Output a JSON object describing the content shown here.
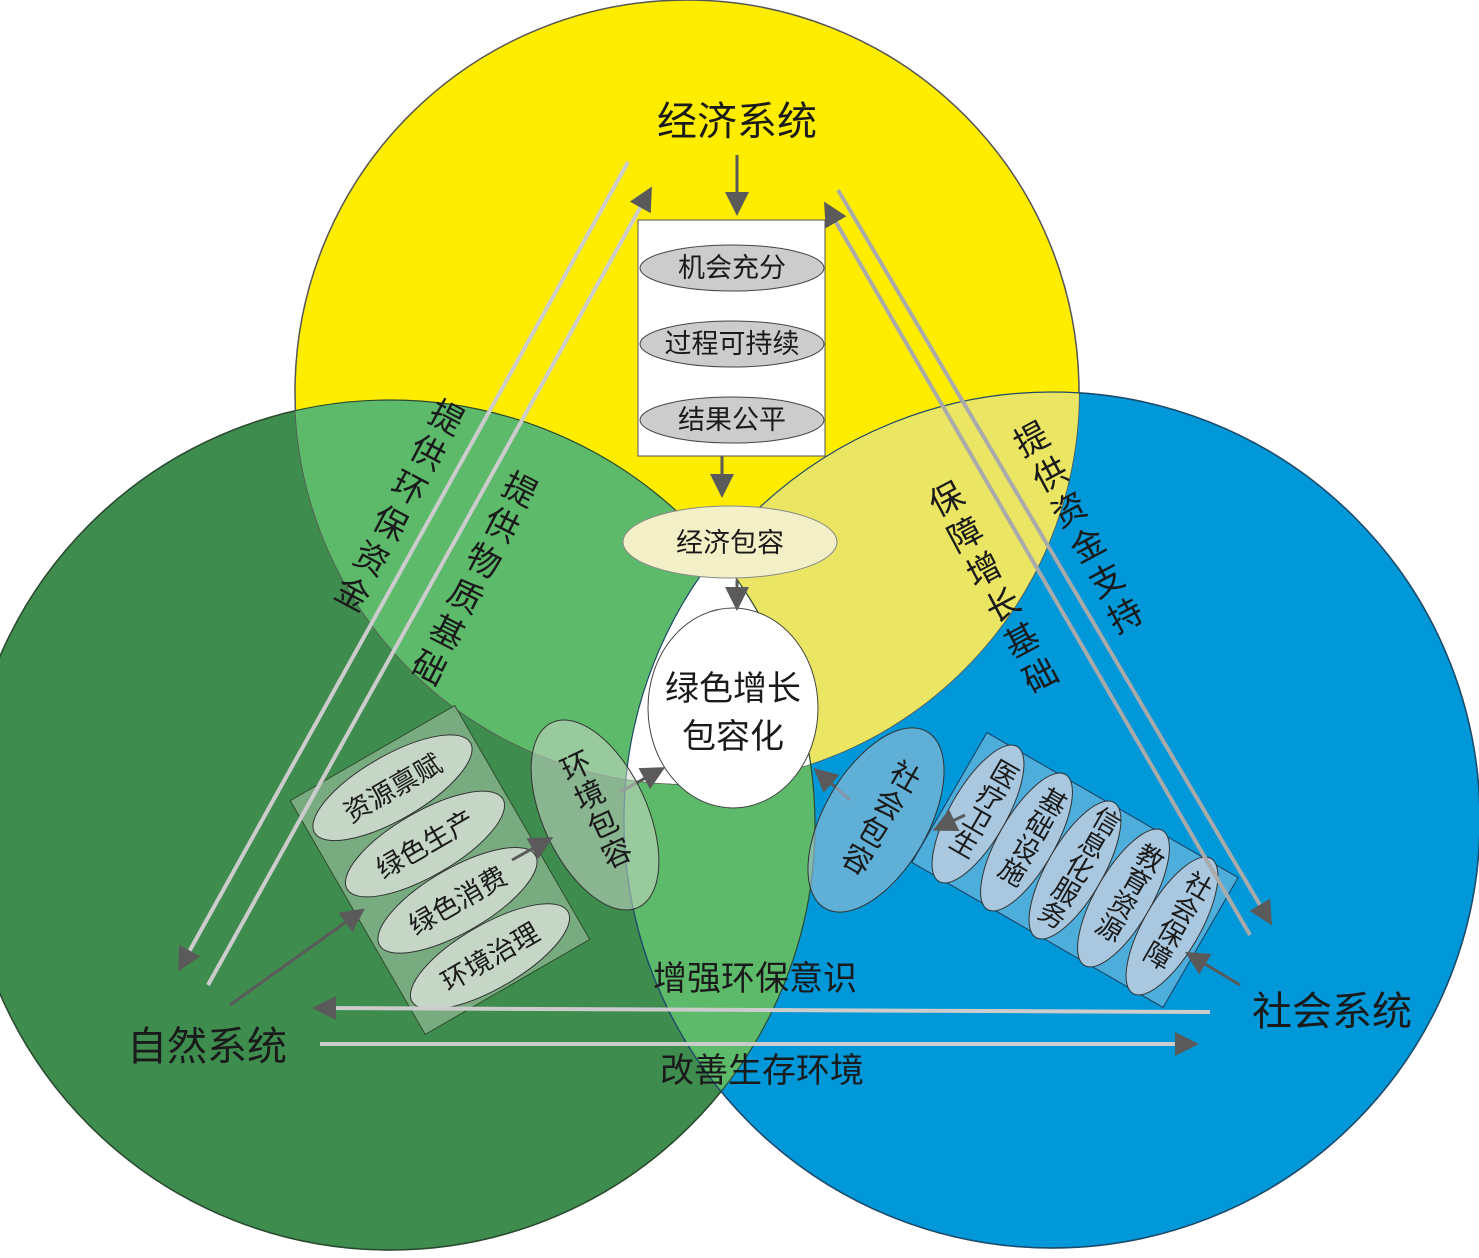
{
  "colors": {
    "economy": "#FFED00",
    "nature": "#3F8D4E",
    "society": "#0098D8",
    "overlap_green": "#5DBA6A",
    "overlap_yellow": "#EAE563",
    "arrow": "#5a5a5a"
  },
  "systems": {
    "economy": "经济系统",
    "nature": "自然系统",
    "society": "社会系统"
  },
  "economy_box": [
    "机会充分",
    "过程可持续",
    "结果公平"
  ],
  "economy_inclusion": "经济包容",
  "center": {
    "line1": "绿色增长",
    "line2": "包容化"
  },
  "env_inclusion": "环境包容",
  "social_inclusion": "社会包容",
  "nature_box": [
    "资源禀赋",
    "绿色生产",
    "绿色消费",
    "环境治理"
  ],
  "society_box": [
    "医疗卫生",
    "基础设施",
    "信息化服务",
    "教育资源",
    "社会保障"
  ],
  "flows": {
    "env_funds": "提供环保资金",
    "material_base": "提供物质基础",
    "growth_base": "保障增长基础",
    "funding_support": "提供资金支持",
    "awareness": "增强环保意识",
    "living_env": "改善生存环境"
  }
}
